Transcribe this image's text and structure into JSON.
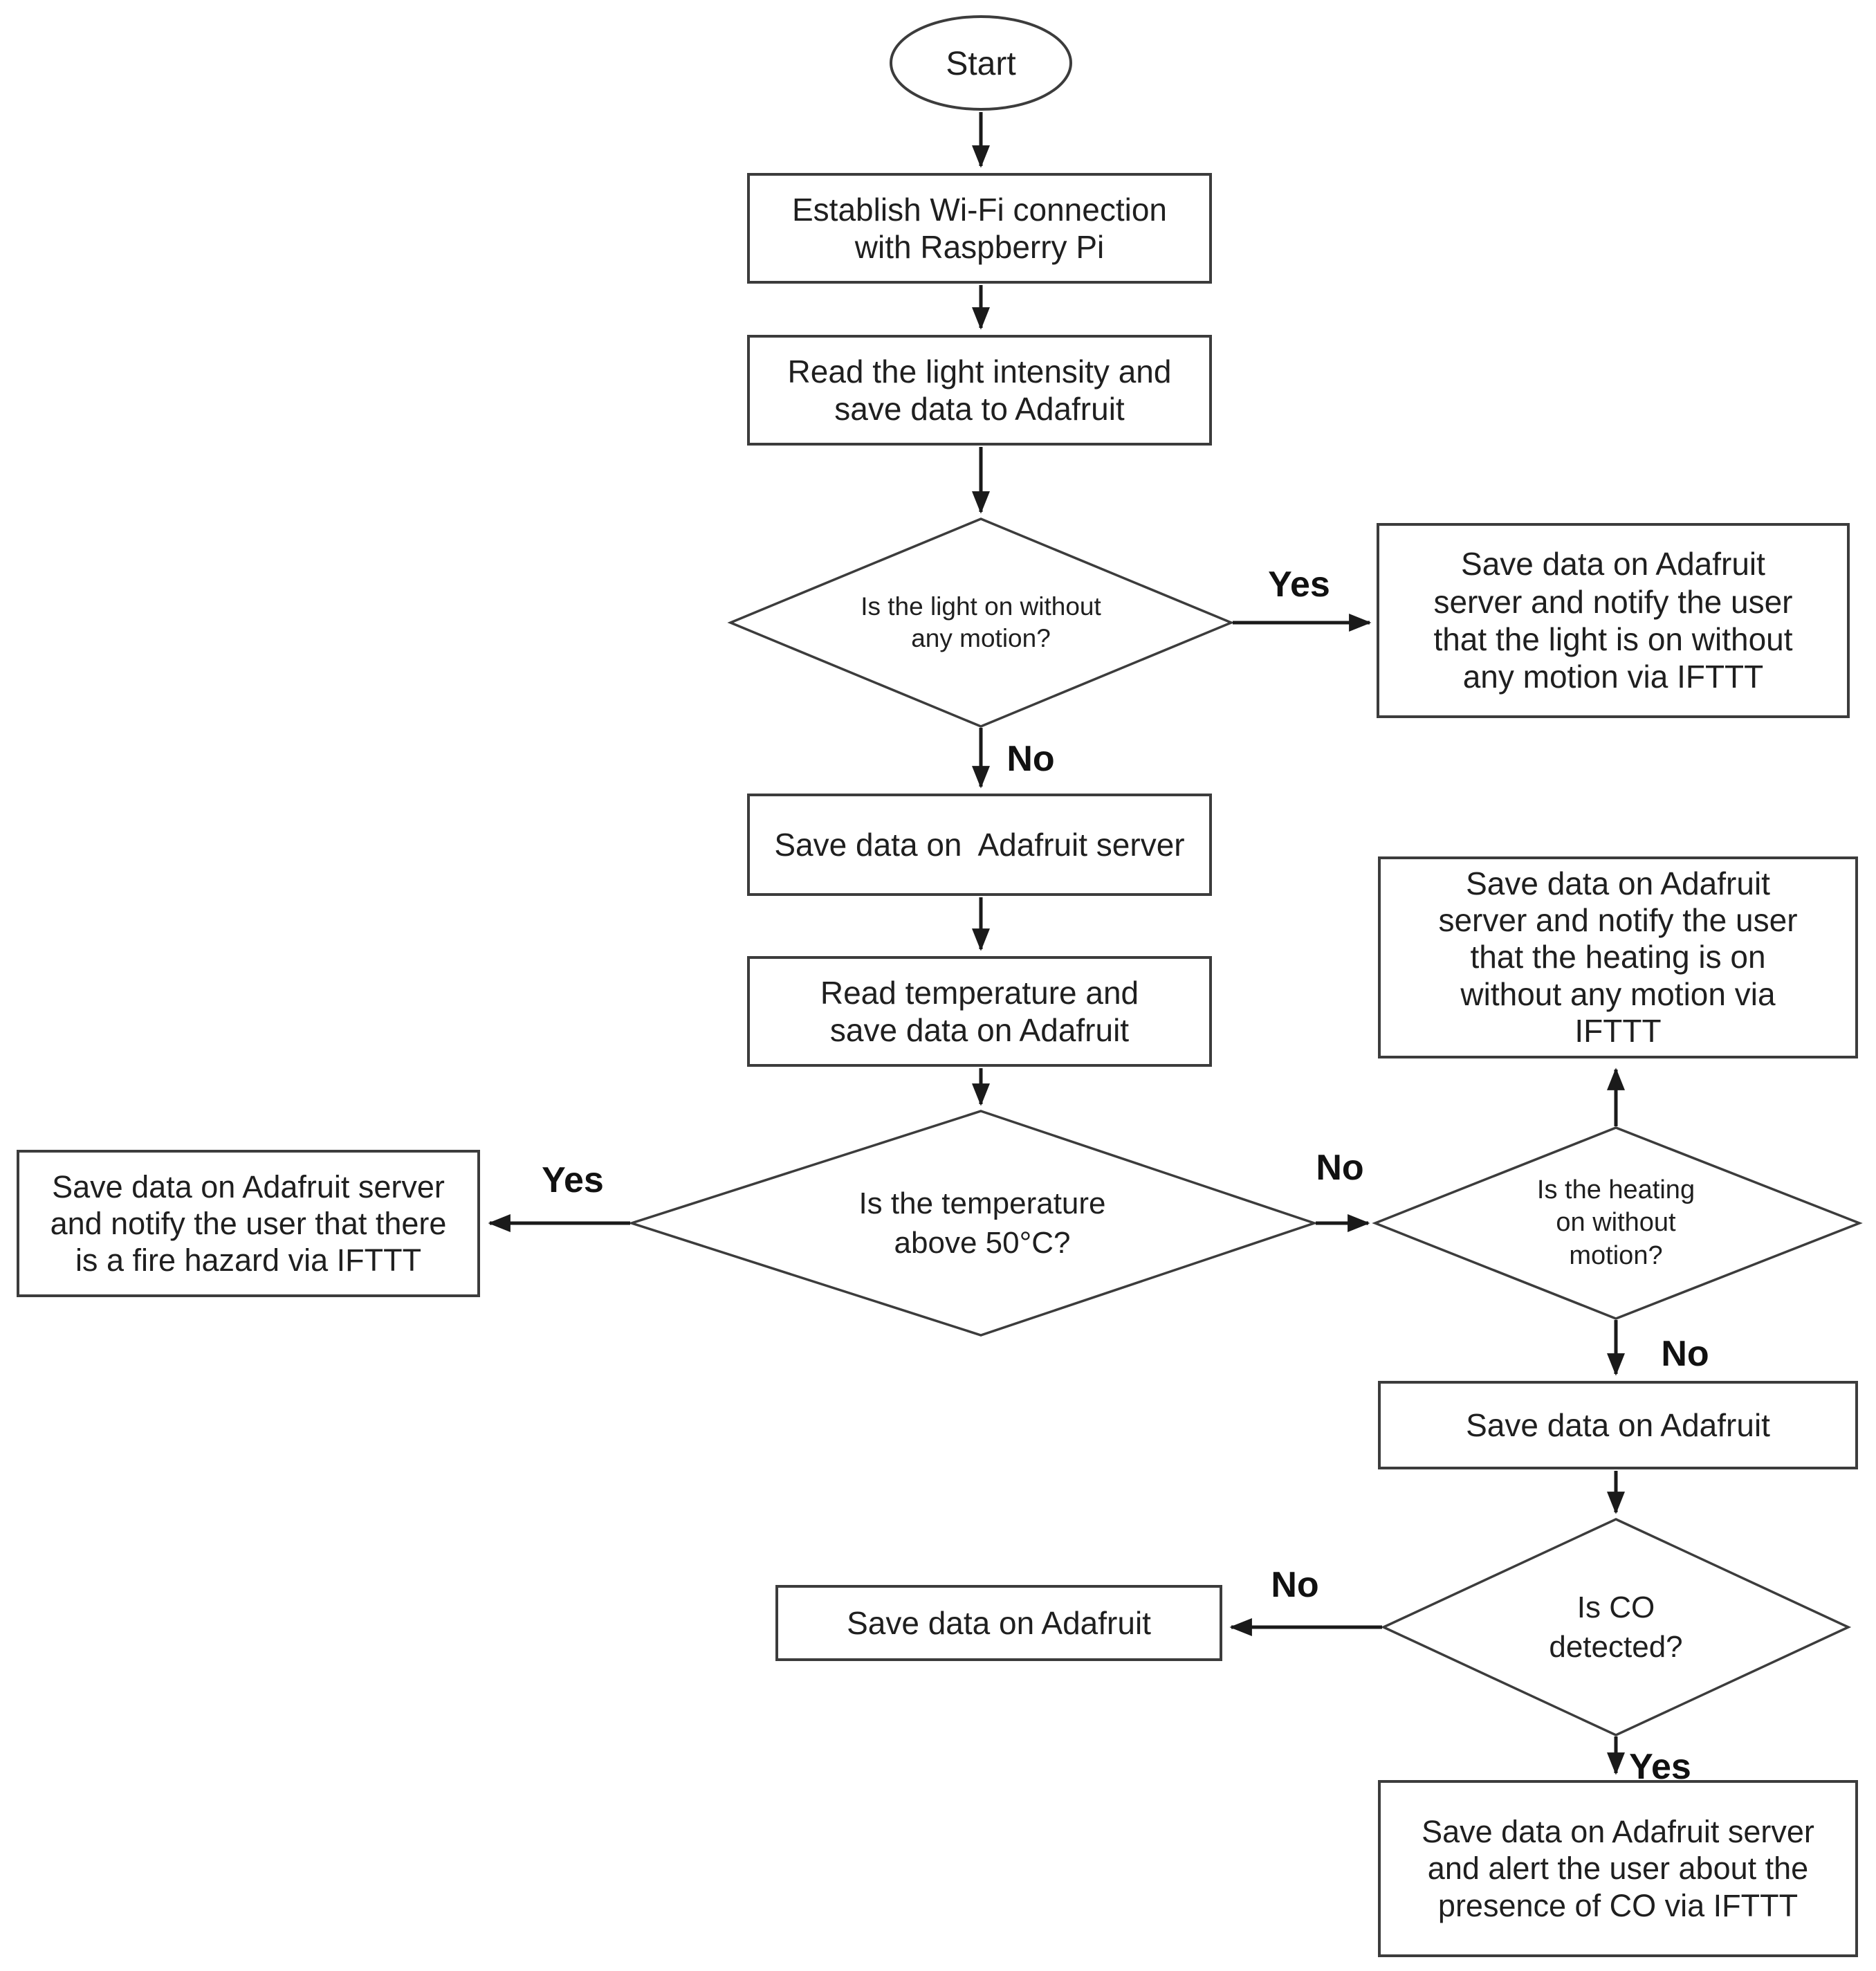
{
  "colors": {
    "background": "#ffffff",
    "line": "#1a1a1a",
    "shape_border": "#3c3c3c",
    "text": "#1f1f1f"
  },
  "flowchart": {
    "nodes": {
      "start": {
        "type": "terminator",
        "label": "Start"
      },
      "establish_wifi": {
        "type": "process",
        "label": "Establish Wi-Fi connection\nwith Raspberry Pi"
      },
      "read_light": {
        "type": "process",
        "label": "Read the light intensity and\nsave data to Adafruit"
      },
      "light_decision": {
        "type": "decision",
        "label": "Is the light on without\nany motion?"
      },
      "notify_light_on": {
        "type": "process",
        "label": "Save data on Adafruit\nserver and notify the user\nthat the light is on without\nany motion via IFTTT"
      },
      "save_data_server": {
        "type": "process",
        "label": "Save data on  Adafruit server"
      },
      "read_temperature": {
        "type": "process",
        "label": "Read temperature and\nsave data on Adafruit"
      },
      "temperature_decision": {
        "type": "decision",
        "label": "Is the temperature\nabove 50°C?"
      },
      "notify_fire_hazard": {
        "type": "process",
        "label": "Save data on Adafruit server\nand notify the user that there\nis a fire hazard via IFTTT"
      },
      "heating_decision": {
        "type": "decision",
        "label": "Is the heating\non without\nmotion?"
      },
      "notify_heating_on": {
        "type": "process",
        "label": "Save data on Adafruit\nserver and notify the user\nthat the heating is on\nwithout any motion via\nIFTTT"
      },
      "save_data_adafruit": {
        "type": "process",
        "label": "Save data on Adafruit"
      },
      "co_decision": {
        "type": "decision",
        "label": "Is CO\ndetected?"
      },
      "save_data_adafruit_no_co": {
        "type": "process",
        "label": "Save data on Adafruit"
      },
      "alert_co_presence": {
        "type": "process",
        "label": "Save data on Adafruit server\nand alert the user about the\npresence of CO via IFTTT"
      }
    },
    "edge_labels": {
      "light_yes": "Yes",
      "light_no": "No",
      "temp_yes": "Yes",
      "temp_no": "No",
      "heating_no": "No",
      "co_no": "No",
      "co_yes": "Yes"
    }
  }
}
